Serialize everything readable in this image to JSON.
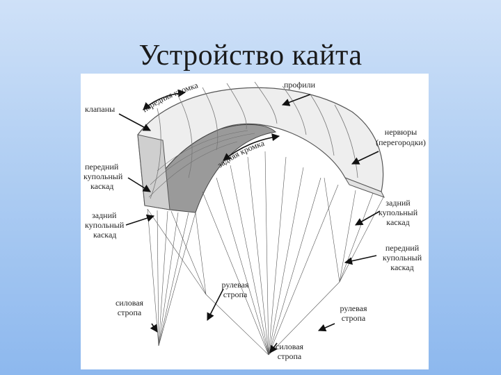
{
  "title": "Устройство кайта",
  "labels": {
    "leading_edge": "передняя кромка",
    "trailing_edge": "задняя кромка",
    "profiles": "профили",
    "valves": "клапаны",
    "ribs_1": "нервюры",
    "ribs_2": "(перегородки)",
    "front_cascade_left_1": "передний",
    "front_cascade_left_2": "купольный",
    "front_cascade_left_3": "каскад",
    "rear_cascade_left_1": "задний",
    "rear_cascade_left_2": "купольный",
    "rear_cascade_left_3": "каскад",
    "rear_cascade_right_1": "задний",
    "rear_cascade_right_2": "купольный",
    "rear_cascade_right_3": "каскад",
    "front_cascade_right_1": "передний",
    "front_cascade_right_2": "купольный",
    "front_cascade_right_3": "каскад",
    "steering_line_center_1": "рулевая",
    "steering_line_center_2": "стропа",
    "steering_line_right_1": "рулевая",
    "steering_line_right_2": "стропа",
    "power_line_left_1": "силовая",
    "power_line_left_2": "стропа",
    "power_line_bottom_1": "силовая",
    "power_line_bottom_2": "стропа"
  }
}
